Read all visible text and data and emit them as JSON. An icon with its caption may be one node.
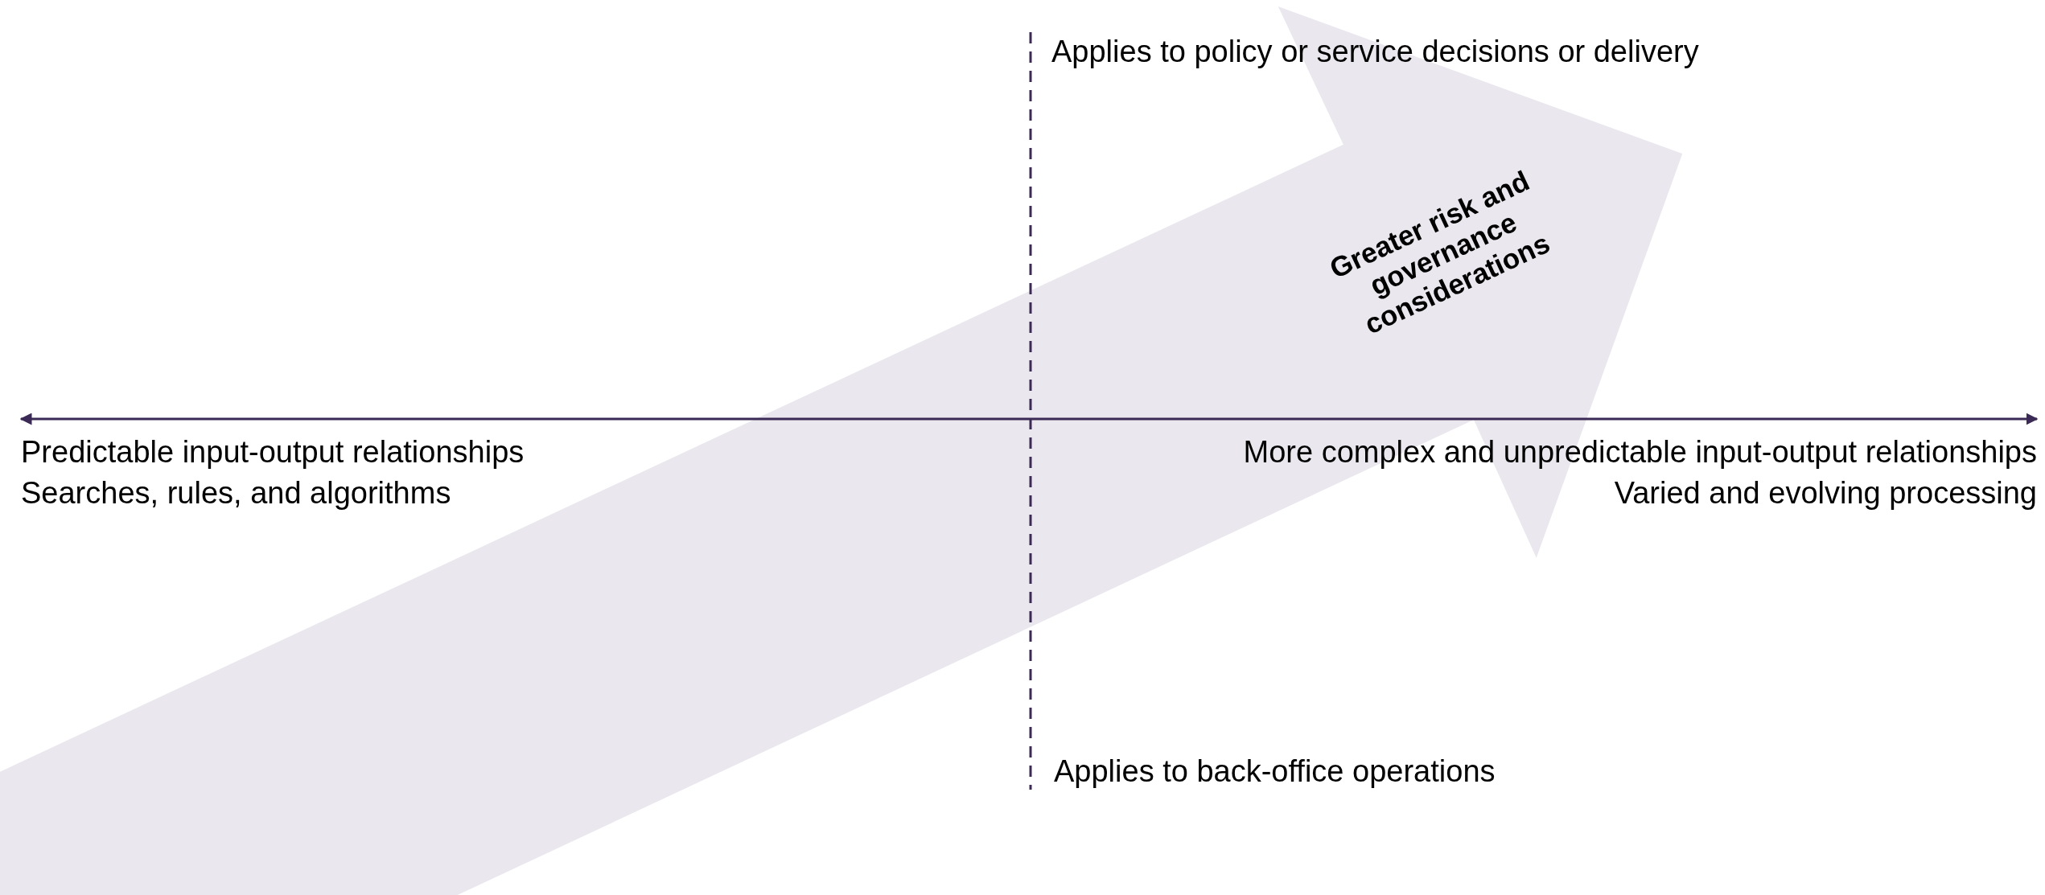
{
  "diagram": {
    "nodes": [
      {
        "text": [
          "Greater risk and governance considerations"
        ]
      }
    ],
    "labels": [
      "Applies to policy or service decisions or delivery",
      "Predictable input-output relationships",
      "Searches, rules, and algorithms",
      "More complex and unpredictable input-output relationships",
      "Varied and evolving processing",
      "Applies to back-office operations"
    ]
  }
}
